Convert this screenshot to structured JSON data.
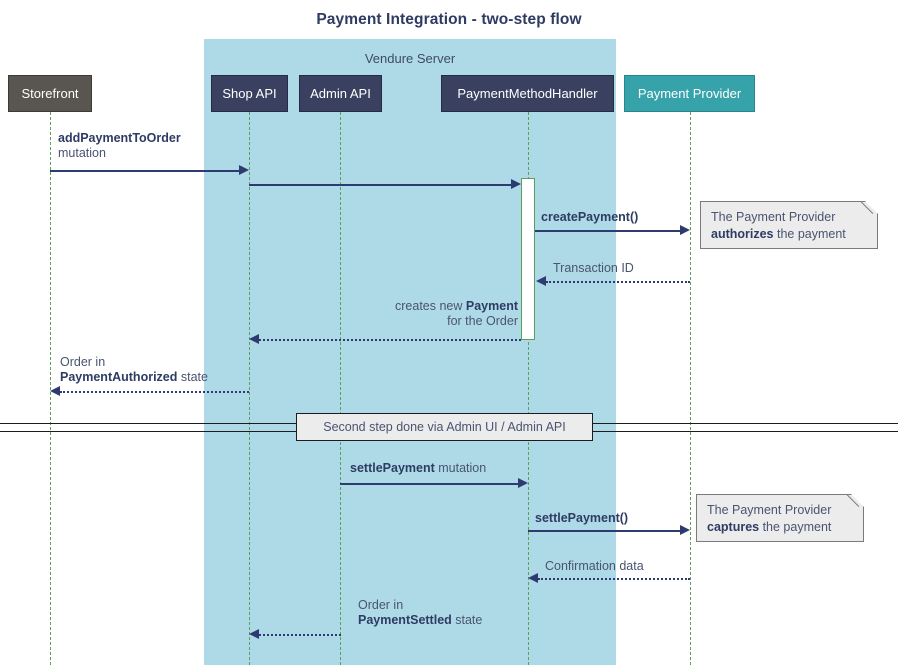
{
  "diagram": {
    "title": "Payment Integration - two-step flow",
    "type": "sequence-diagram",
    "colors": {
      "group_background": "#aedae7",
      "participant_dark": "#3a4060",
      "participant_actor": "#595550",
      "participant_external": "#36a3ab",
      "lifeline": "#5aa05a",
      "arrow": "#2e3b70",
      "note_background": "#ececec",
      "text": "#4a5470"
    }
  },
  "group": {
    "label": "Vendure Server"
  },
  "participants": [
    {
      "id": "storefront",
      "label": "Storefront",
      "style": "actor"
    },
    {
      "id": "shop-api",
      "label": "Shop API",
      "style": "dark"
    },
    {
      "id": "admin-api",
      "label": "Admin API",
      "style": "dark"
    },
    {
      "id": "payment-method-handler",
      "label": "PaymentMethodHandler",
      "style": "dark"
    },
    {
      "id": "payment-provider",
      "label": "Payment Provider",
      "style": "external"
    }
  ],
  "divider": {
    "label": "Second step done via Admin UI / Admin API"
  },
  "messages": [
    {
      "id": "m1",
      "from": "storefront",
      "to": "shop-api",
      "kind": "call",
      "line1_bold": "addPaymentToOrder",
      "line1_plain": "",
      "line2_bold": "",
      "line2_plain": "mutation"
    },
    {
      "id": "m2",
      "from": "shop-api",
      "to": "payment-method-handler",
      "kind": "call",
      "line1_bold": "",
      "line1_plain": "",
      "line2_bold": "",
      "line2_plain": ""
    },
    {
      "id": "m3",
      "from": "payment-method-handler",
      "to": "payment-provider",
      "kind": "call",
      "line1_bold": "createPayment()",
      "line1_plain": "",
      "line2_bold": "",
      "line2_plain": ""
    },
    {
      "id": "m4",
      "from": "payment-provider",
      "to": "payment-method-handler",
      "kind": "return",
      "line1_bold": "",
      "line1_plain": "Transaction ID",
      "line2_bold": "",
      "line2_plain": ""
    },
    {
      "id": "m5",
      "from": "payment-method-handler",
      "to": "shop-api",
      "kind": "return",
      "line1_bold": "Payment",
      "line1_plain": "creates new ",
      "line2_bold": "",
      "line2_plain": "for the Order"
    },
    {
      "id": "m6",
      "from": "shop-api",
      "to": "storefront",
      "kind": "return",
      "line1_bold": "",
      "line1_plain": "Order in",
      "line2_bold": "PaymentAuthorized",
      "line2_plain": " state"
    },
    {
      "id": "m7",
      "from": "admin-api",
      "to": "payment-method-handler",
      "kind": "call",
      "line1_bold": "settlePayment",
      "line1_plain": " mutation",
      "line2_bold": "",
      "line2_plain": ""
    },
    {
      "id": "m8",
      "from": "payment-method-handler",
      "to": "payment-provider",
      "kind": "call",
      "line1_bold": "settlePayment()",
      "line1_plain": "",
      "line2_bold": "",
      "line2_plain": ""
    },
    {
      "id": "m9",
      "from": "payment-provider",
      "to": "payment-method-handler",
      "kind": "return",
      "line1_bold": "",
      "line1_plain": "Confirmation data",
      "line2_bold": "",
      "line2_plain": ""
    },
    {
      "id": "m10",
      "from": "admin-api",
      "to": "shop-api",
      "kind": "return",
      "line1_bold": "",
      "line1_plain": "Order in",
      "line2_bold": "PaymentSettled",
      "line2_plain": " state"
    }
  ],
  "notes": [
    {
      "id": "note-authorize",
      "line1": "The Payment Provider",
      "line2_bold": "authorizes",
      "line2_plain": " the payment"
    },
    {
      "id": "note-capture",
      "line1": "The Payment Provider",
      "line2_bold": "captures",
      "line2_plain": " the payment"
    }
  ]
}
